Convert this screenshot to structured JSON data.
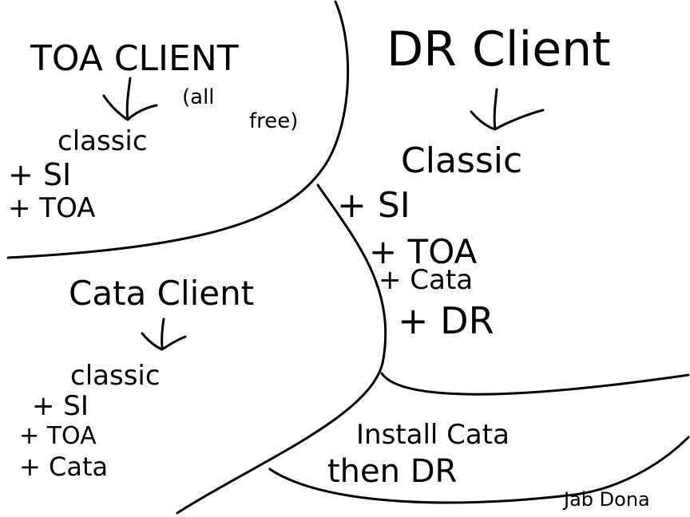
{
  "sections": {
    "toa": {
      "title": "TOA CLIENT",
      "note_line1": "(all",
      "note_line2": "free)",
      "base": "classic",
      "items": [
        "+ SI",
        "+ TOA"
      ]
    },
    "dr": {
      "title": "DR Client",
      "base": "Classic",
      "items": [
        "+ SI",
        "+ TOA",
        "+ Cata",
        "+ DR"
      ]
    },
    "cata": {
      "title": "Cata Client",
      "base": "classic",
      "items": [
        "+ SI",
        "+ TOA",
        "+ Cata"
      ]
    },
    "install": {
      "line1": "Install Cata",
      "line2": "then DR"
    }
  },
  "signature": "Jab Dona"
}
